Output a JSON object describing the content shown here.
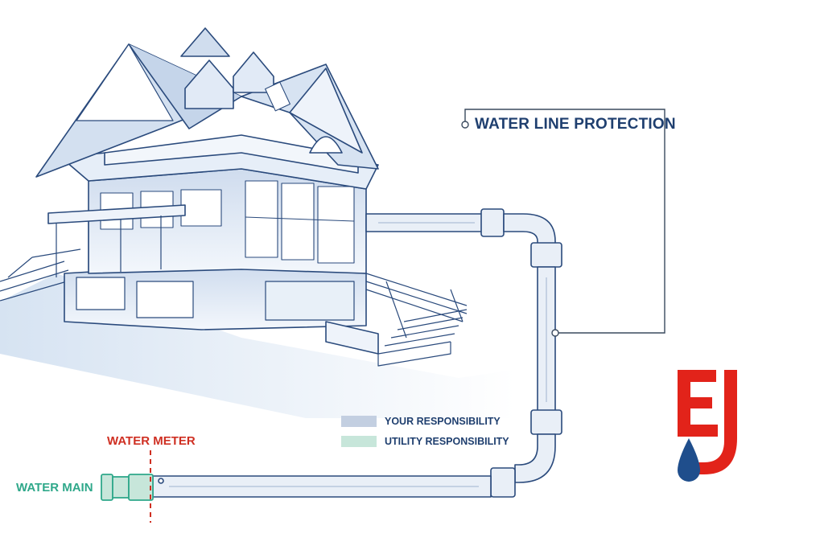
{
  "callout": {
    "title": "WATER LINE PROTECTION"
  },
  "labels": {
    "water_meter": "WATER METER",
    "water_main": "WATER MAIN"
  },
  "legend": {
    "your": {
      "label": "YOUR RESPONSIBILITY",
      "color": "#c3cfe1"
    },
    "utility": {
      "label": "UTILITY RESPONSIBILITY",
      "color": "#c7e6da"
    }
  },
  "logo": {
    "text": "EJ",
    "letter_color": "#e2231a",
    "drop_color": "#1f4e8c"
  },
  "colors": {
    "outline": "#2a4a7c",
    "house_fill": "#dfe9f5",
    "pipe_fill": "#e9eff7",
    "meter_line": "#cf2f22",
    "main_pipe": "#2fa88a",
    "callout_line": "#3a4a5e"
  }
}
